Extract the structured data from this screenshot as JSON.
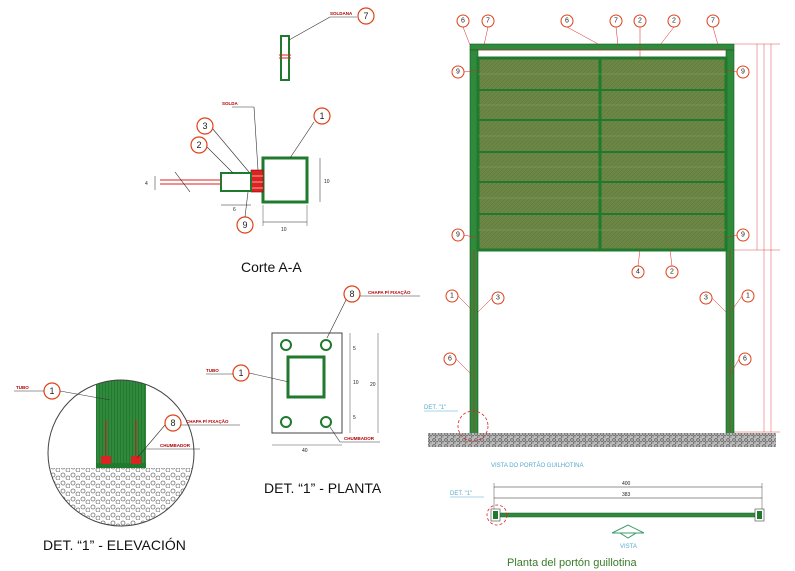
{
  "titles": {
    "corte": "Corte A-A",
    "det_planta": "DET. “1” - PLANTA",
    "det_elevacion": "DET. “1” - ELEVACIÓN",
    "planta_porton": "Planta del portón guillotina",
    "vista_porton": "VISTA DO PORTÃO GUILHOTINA",
    "vista": "VISTA"
  },
  "labels": {
    "soldana": "SOLDANA",
    "solda": "SOLDA",
    "chapa_fixacao": "CHAPA P/ FIXAÇÃO",
    "chapa_fixacao_2": "CHAPA P/ FIXAÇÃO",
    "tubo": "TUBO",
    "tubo_2": "TUBO",
    "chumbador": "CHUMBADOR",
    "chumbador_2": "CHUMBADOR",
    "det1_a": "DET. \"1\"",
    "det1_b": "DET. \"1\""
  },
  "balloons": {
    "b7": "7",
    "b3": "3",
    "b2": "2",
    "b1": "1",
    "b9": "9",
    "p8": "8",
    "p1": "1",
    "e1": "1",
    "e8": "8",
    "t6a": "6",
    "t7a": "7",
    "t6b": "6",
    "t7b": "7",
    "t2a": "2",
    "t2b": "2",
    "t7c": "7",
    "l9a": "9",
    "r9a": "9",
    "l9b": "9",
    "r9b": "9",
    "m4": "4",
    "m2": "2",
    "l1": "1",
    "l3": "3",
    "r3": "3",
    "r1": "1",
    "l6": "6",
    "r6": "6"
  },
  "dims": {
    "d4": "4",
    "d6": "6",
    "d10v": "10",
    "d10h": "10",
    "p5a": "5",
    "p10": "10",
    "p5b": "5",
    "p20": "20",
    "p40": "40",
    "g400": "400",
    "g383": "383"
  },
  "colors": {
    "green": "#1f7a2e",
    "panel": "#5d7a3e",
    "red": "#d22",
    "balloon": "#e0401a"
  }
}
